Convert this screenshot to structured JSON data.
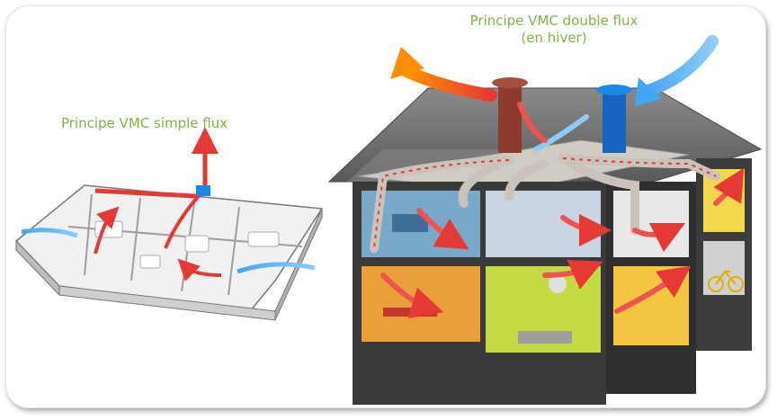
{
  "captions": {
    "simple_flux": "Principe VMC simple flux",
    "double_flux_line1": "Principe VMC double flux",
    "double_flux_line2": "(en hiver)"
  },
  "colors": {
    "caption": "#7cb342",
    "warm_air": "#e53935",
    "cold_air": "#2196f3",
    "duct": "#c9c3bb",
    "roof": "#6b6b6b",
    "floor_plan": "#d9d9d9"
  },
  "icons": {
    "exhaust_arrow": "orange-curved-arrow",
    "intake_arrow": "blue-curved-arrow"
  }
}
